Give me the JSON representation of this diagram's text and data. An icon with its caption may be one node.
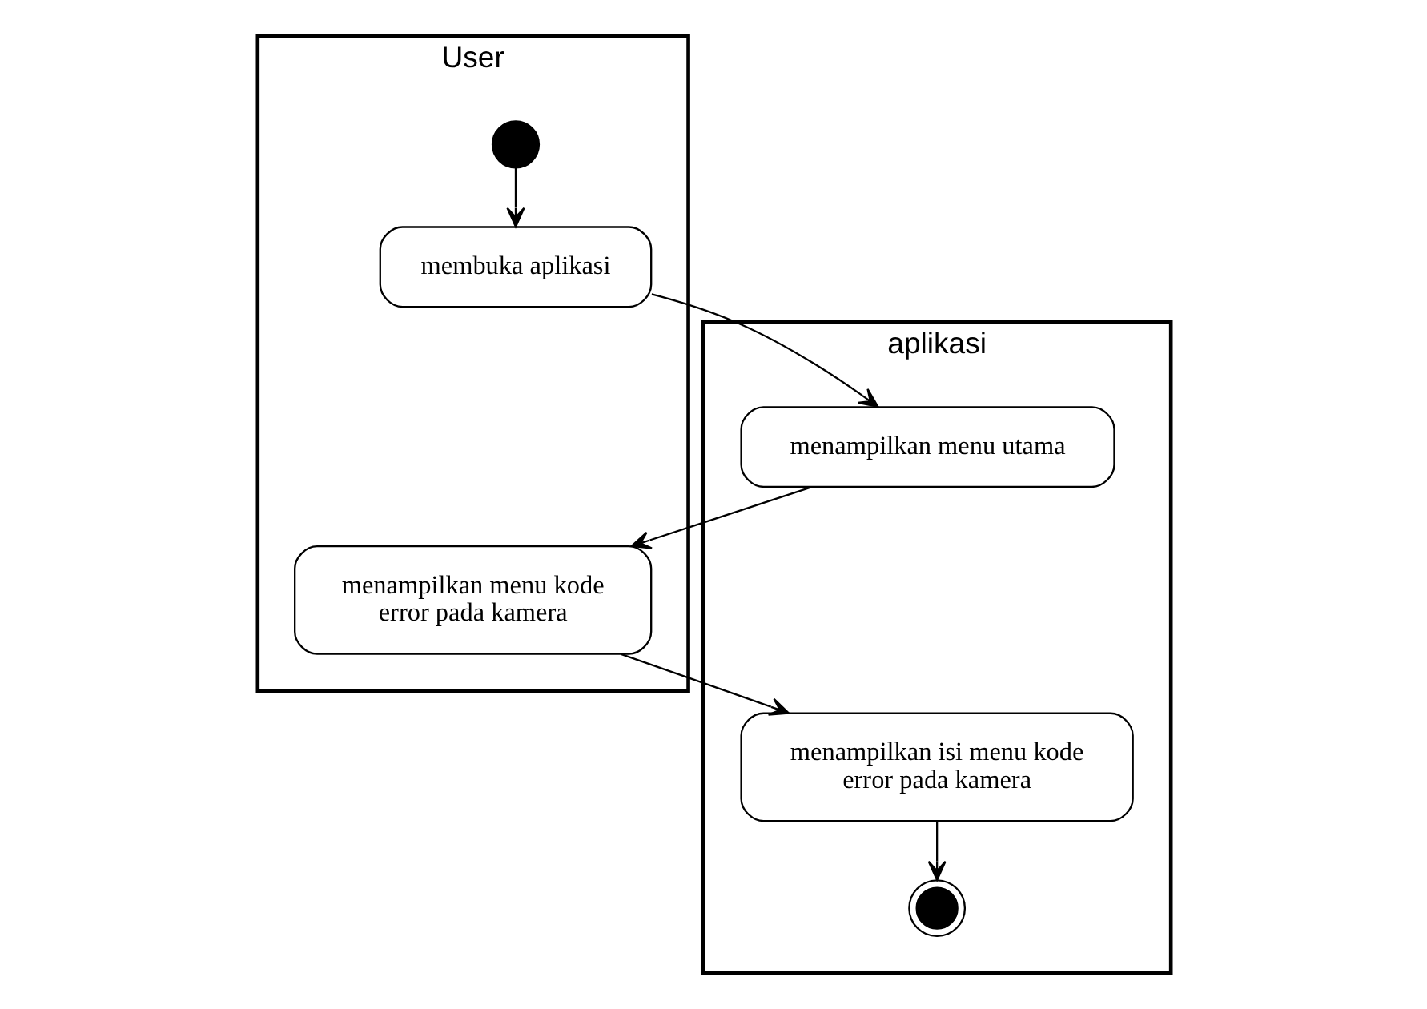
{
  "diagram": {
    "nodes": [
      {
        "text": [
          "User"
        ]
      },
      {
        "text": [
          "aplikasi"
        ]
      },
      {
        "text": [],
        "shape": "circle",
        "in": 0
      },
      {
        "text": [
          "membuka aplikasi"
        ],
        "in": 0
      },
      {
        "text": [
          "menampilkan menu utama"
        ],
        "in": 1
      },
      {
        "text": [
          "menampilkan menu kode error pada kamera"
        ],
        "in": 0
      },
      {
        "text": [
          "menampilkan isi menu kode error pada kamera"
        ],
        "in": 1
      },
      {
        "text": [],
        "shape": "bullseye",
        "in": 1
      }
    ],
    "edges": [
      {
        "from": 2,
        "to": 3,
        "arrow": "to"
      },
      {
        "from": 3,
        "to": 4,
        "arrow": "to"
      },
      {
        "from": 4,
        "to": 5,
        "arrow": "to"
      },
      {
        "from": 5,
        "to": 6,
        "arrow": "to"
      },
      {
        "from": 6,
        "to": 7,
        "arrow": "to"
      }
    ]
  }
}
